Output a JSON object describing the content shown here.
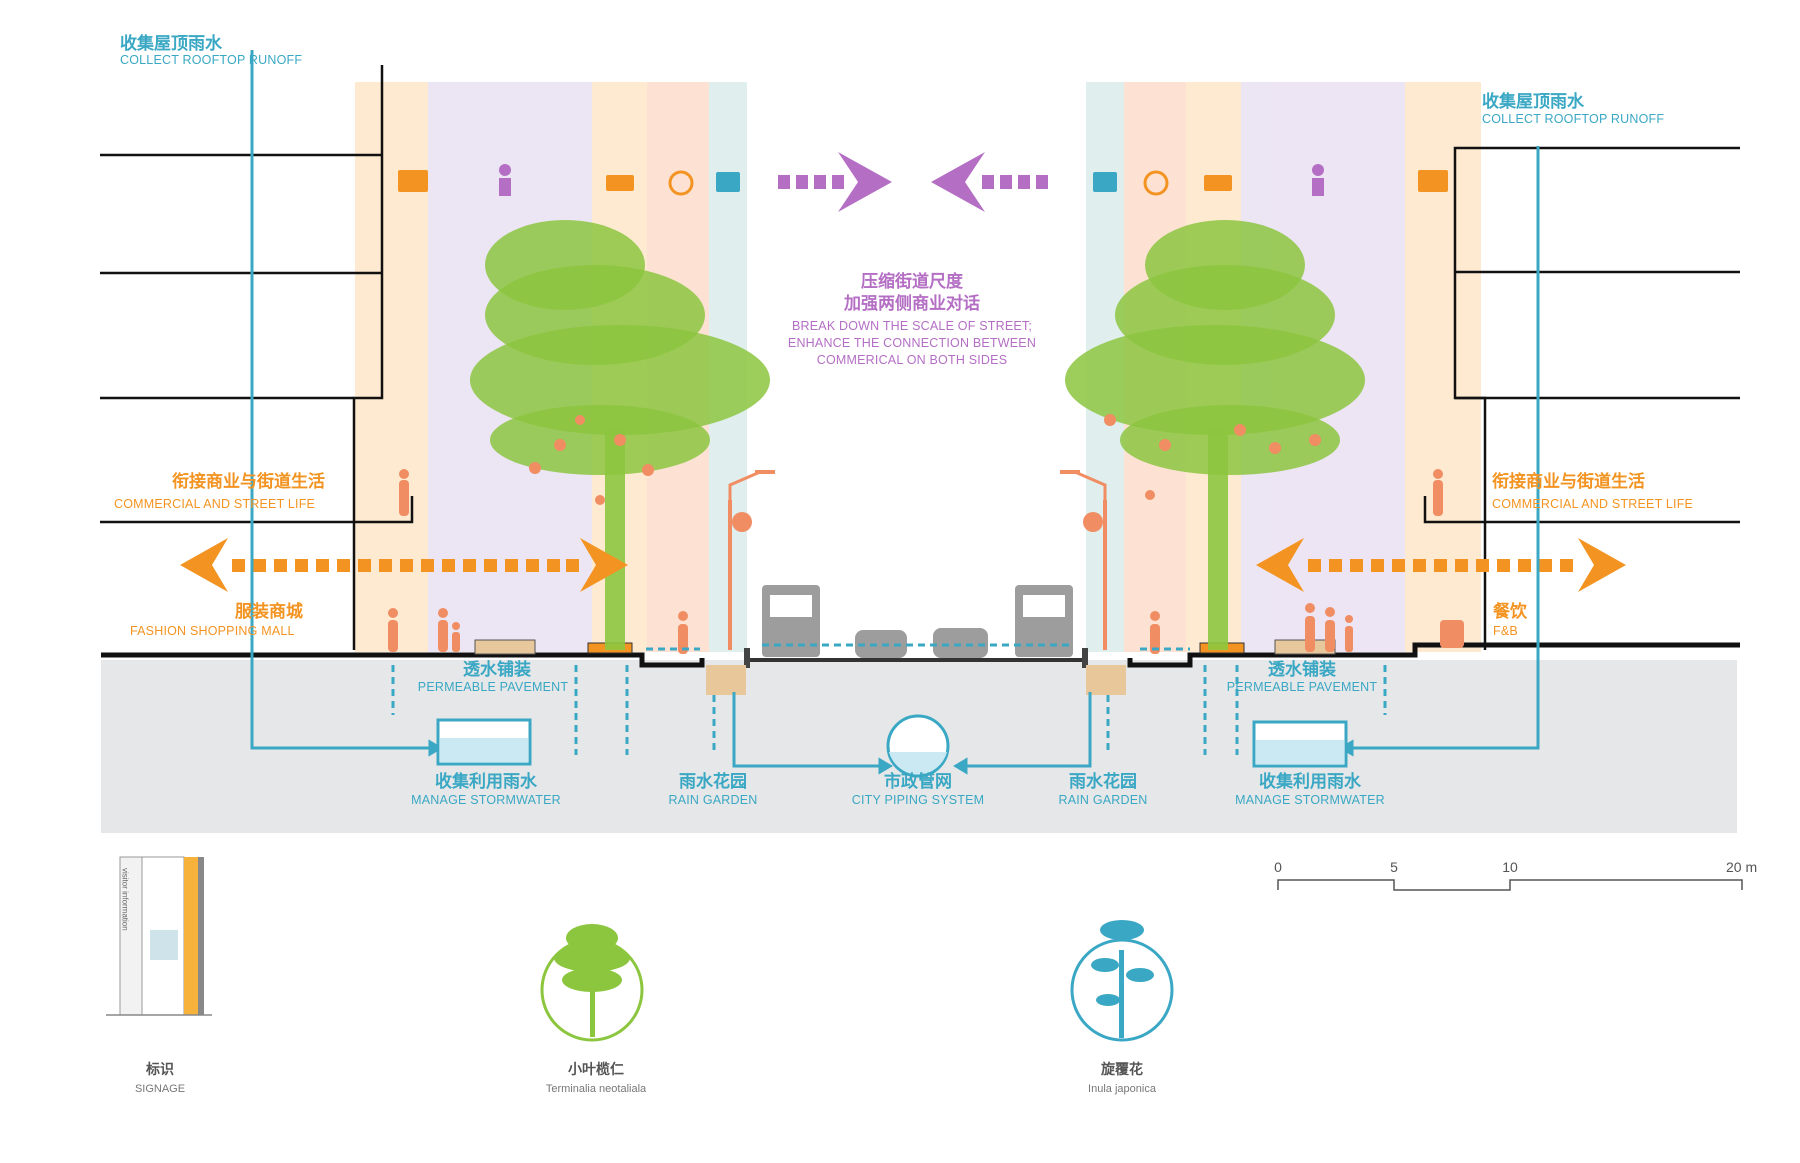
{
  "colors": {
    "blue": "#3aa8c4",
    "orange": "#f39422",
    "purple": "#b46fc4",
    "ground": "#e6e7e8",
    "tree": "#8cc63f",
    "fruit": "#f08d62"
  },
  "labels": {
    "roof_left_cn": "收集屋顶雨水",
    "roof_left_en": "COLLECT ROOFTOP RUNOFF",
    "roof_right_cn": "收集屋顶雨水",
    "roof_right_en": "COLLECT ROOFTOP RUNOFF",
    "center_cn_1": "压缩街道尺度",
    "center_cn_2": "加强两侧商业对话",
    "center_en_1": "BREAK DOWN THE SCALE OF STREET;",
    "center_en_2": "ENHANCE THE CONNECTION BETWEEN",
    "center_en_3": "COMMERICAL ON BOTH SIDES",
    "commercial_left_cn": "衔接商业与街道生活",
    "commercial_left_en": "COMMERCIAL AND STREET LIFE",
    "commercial_right_cn": "衔接商业与街道生活",
    "commercial_right_en": "COMMERCIAL AND STREET LIFE",
    "fashion_cn": "服装商城",
    "fashion_en": "FASHION SHOPPING MALL",
    "fnb_cn": "餐饮",
    "fnb_en": "F&B",
    "pave_left_cn": "透水铺装",
    "pave_left_en": "PERMEABLE PAVEMENT",
    "pave_right_cn": "透水铺装",
    "pave_right_en": "PERMEABLE PAVEMENT",
    "storm_left_cn": "收集利用雨水",
    "storm_left_en": "MANAGE STORMWATER",
    "storm_right_cn": "收集利用雨水",
    "storm_right_en": "MANAGE STORMWATER",
    "rain_left_cn": "雨水花园",
    "rain_left_en": "RAIN GARDEN",
    "rain_right_cn": "雨水花园",
    "rain_right_en": "RAIN GARDEN",
    "city_cn": "市政管网",
    "city_en": "CITY PIPING SYSTEM"
  },
  "scale_bar": {
    "ticks": [
      "0",
      "5",
      "10",
      "20 m"
    ]
  },
  "legend": [
    {
      "cn": "标识",
      "en": "SIGNAGE",
      "icon": "signage-icon"
    },
    {
      "cn": "小叶榄仁",
      "en": "Terminalia neotaliala",
      "icon": "tree-icon"
    },
    {
      "cn": "旋覆花",
      "en": "Inula japonica",
      "icon": "flower-icon"
    }
  ],
  "signage": {
    "vertical_text": "visitor information"
  }
}
